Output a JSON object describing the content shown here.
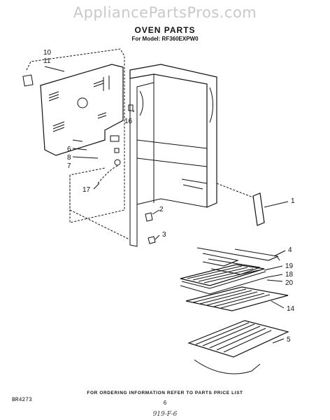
{
  "watermark": "AppliancePartsPros.com",
  "title": "OVEN PARTS",
  "model_label": "For Model: RF360EXPW0",
  "callouts": [
    "1",
    "2",
    "3",
    "4",
    "5",
    "6",
    "7",
    "8",
    "10",
    "11",
    "14",
    "16",
    "17",
    "18",
    "19",
    "20"
  ],
  "footer_note": "FOR ORDERING INFORMATION REFER TO PARTS PRICE LIST",
  "drawing_code": "BR4273",
  "page_number": "6",
  "handwritten_note": "919-F-6"
}
